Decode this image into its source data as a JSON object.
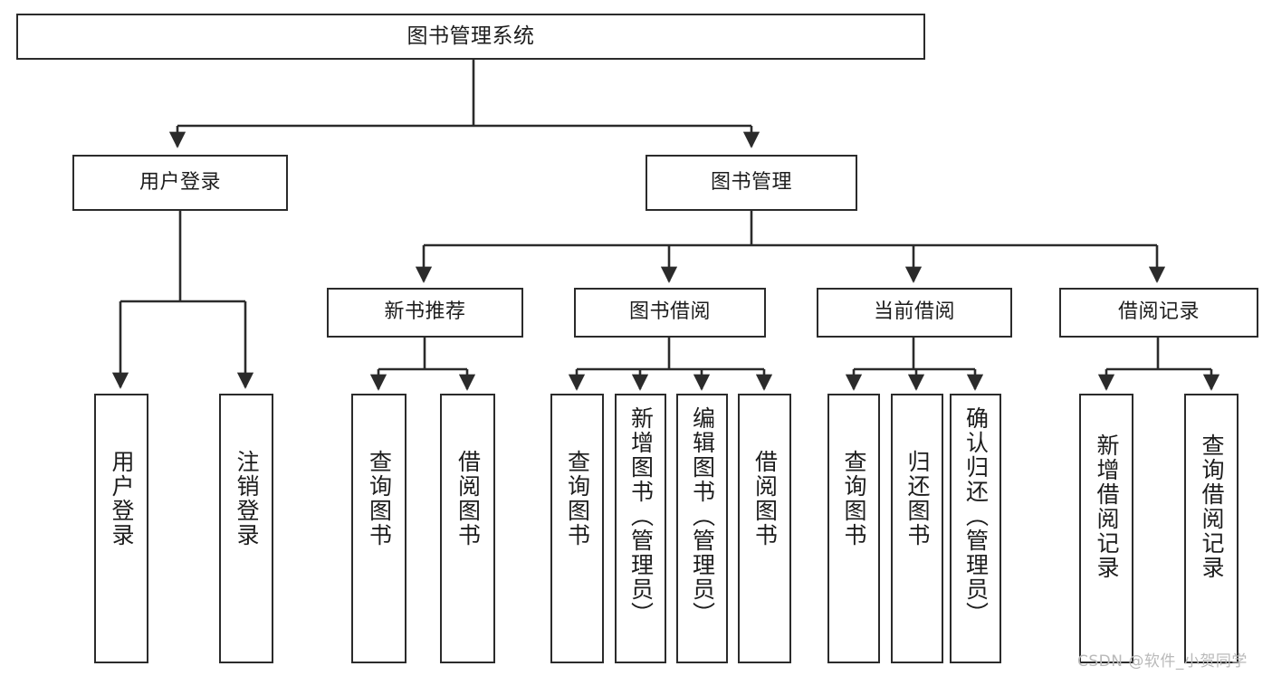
{
  "diagram": {
    "title": "图书管理系统",
    "type": "hierarchy-tree",
    "line_color": "#2b2b2b",
    "text_color": "#1d1d1d",
    "background": "#ffffff"
  },
  "nodes": {
    "root": {
      "label": "图书管理系统"
    },
    "level2": [
      {
        "label": "用户登录"
      },
      {
        "label": "图书管理"
      }
    ],
    "level3": [
      {
        "label": "新书推荐"
      },
      {
        "label": "图书借阅"
      },
      {
        "label": "当前借阅"
      },
      {
        "label": "借阅记录"
      }
    ],
    "leaves": {
      "user_login": [
        {
          "label": "用户登录"
        },
        {
          "label": "注销登录"
        }
      ],
      "new_book_recommend": [
        {
          "label": "查询图书"
        },
        {
          "label": "借阅图书"
        }
      ],
      "book_borrow": [
        {
          "label": "查询图书"
        },
        {
          "label": "新增图书（管理员）"
        },
        {
          "label": "编辑图书（管理员）"
        },
        {
          "label": "借阅图书"
        }
      ],
      "current_borrow": [
        {
          "label": "查询图书"
        },
        {
          "label": "归还图书"
        },
        {
          "label": "确认归还（管理员）"
        }
      ],
      "borrow_record": [
        {
          "label": "新增借阅记录"
        },
        {
          "label": "查询借阅记录"
        }
      ]
    }
  },
  "watermark": {
    "text": "CSDN @软件_小贺同学"
  }
}
